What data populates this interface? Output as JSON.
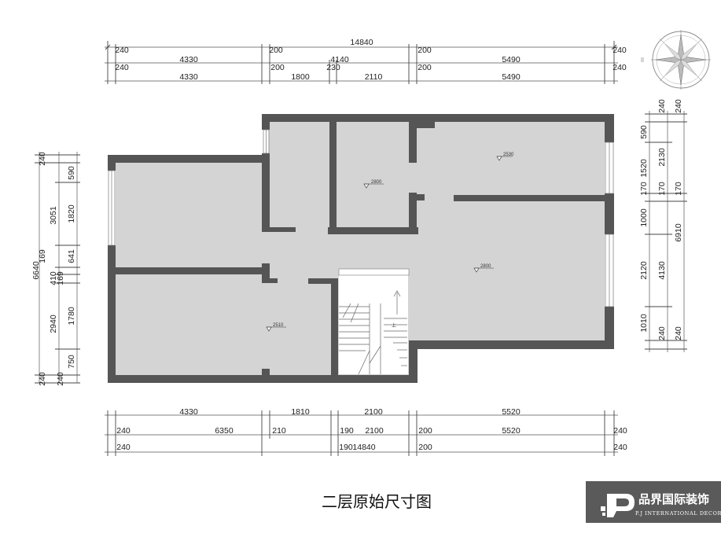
{
  "drawing_title": "二层原始尺寸图",
  "brand": {
    "name_cn": "品界国际装饰",
    "name_en": "P.J INTERNATIONAL DECORATE",
    "logo_mark": "P"
  },
  "compass_icon": "north-arrow-rose-icon",
  "colors": {
    "wall": "#555555",
    "floor": "#d4d4d4",
    "brand_bg": "#5a5a5a"
  },
  "top_dimensions": {
    "row1": [
      "14840"
    ],
    "row2": [
      "240",
      "4330",
      "200",
      "4140",
      "200",
      "5490",
      "240"
    ],
    "row3": [
      "240",
      "4330",
      "200",
      "1800",
      "230",
      "2110",
      "200",
      "5490",
      "240"
    ]
  },
  "bottom_dimensions": {
    "row1": [
      "4330",
      "1810",
      "2100",
      "5520"
    ],
    "row2": [
      "240",
      "6350",
      "210",
      "190",
      "2100",
      "200",
      "5520",
      "240"
    ],
    "row3": [
      "240",
      "190",
      "14840",
      "200",
      "240"
    ]
  },
  "left_dimensions": {
    "overall": "6640",
    "col2": [
      "240",
      "3051",
      "169",
      "410",
      "2940",
      "240"
    ],
    "col3": [
      "590",
      "1820",
      "641",
      "169",
      "1780",
      "750",
      "240"
    ]
  },
  "right_dimensions": {
    "col1": [
      "590",
      "1520",
      "170",
      "1000",
      "2120",
      "1010"
    ],
    "col2": [
      "240",
      "2130",
      "170",
      "4130",
      "240"
    ],
    "col3": [
      "240",
      "170",
      "6910",
      "240"
    ]
  },
  "level_marks": [
    "2530",
    "2800",
    "2800",
    "2510"
  ]
}
